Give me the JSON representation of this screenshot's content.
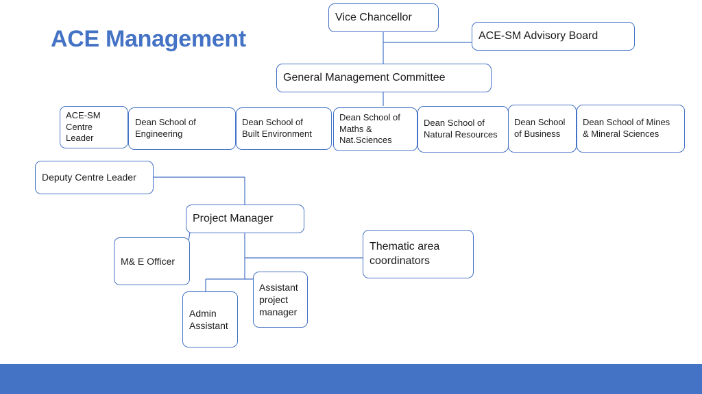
{
  "title": "ACE Management",
  "colors": {
    "accent": "#4472c4",
    "line": "#4472c4",
    "node_border": "#4472c4",
    "footer_bar": "#4472c4"
  },
  "nodes": {
    "vice_chancellor": "Vice Chancellor",
    "advisory_board": "ACE-SM Advisory Board",
    "general_management_committee": "General Management Committee",
    "centre_leader": "ACE-SM\nCentre\nLeader",
    "dean_engineering": "Dean  School of\nEngineering",
    "dean_built_environment": "Dean  School of\nBuilt Environment",
    "dean_maths": "Dean  School of\nMaths &\nNat.Sciences",
    "dean_natural_resources": "Dean  School of\nNatural Resources",
    "dean_business": "Dean  School\nof Business",
    "dean_mines": "Dean  School of Mines\n& Mineral Sciences",
    "deputy_centre_leader": "Deputy Centre Leader",
    "project_manager": "Project Manager",
    "me_officer": "M& E Officer",
    "thematic_coordinators": "Thematic area\ncoordinators",
    "assistant_project_manager": "Assistant\nproject\nmanager",
    "admin_assistant": "Admin\nAssistant"
  }
}
